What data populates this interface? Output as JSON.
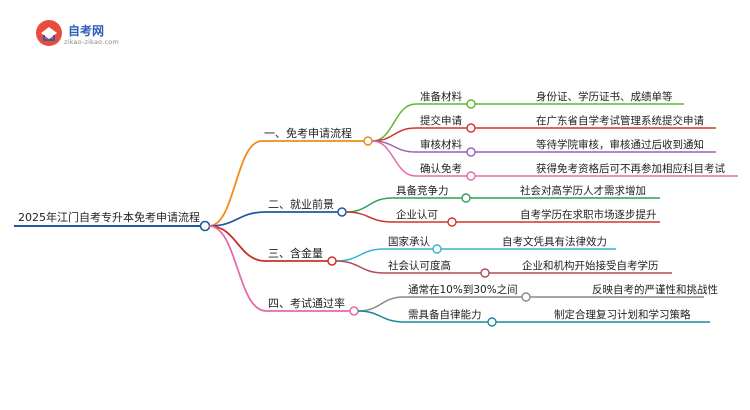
{
  "logo": {
    "brand": "自考网",
    "url": "zikao-zikao.com"
  },
  "root": "2025年江门自考专升本免考申请流程",
  "branches": [
    {
      "label": "一、免考申请流程",
      "color": "#f08c1a",
      "children": [
        {
          "label": "准备材料",
          "color": "#5cb82f",
          "leaf": "身份证、学历证书、成绩单等"
        },
        {
          "label": "提交申请",
          "color": "#d0342c",
          "leaf": "在广东省自学考试管理系统提交申请"
        },
        {
          "label": "审核材料",
          "color": "#9c5fb5",
          "leaf": "等待学院审核，审核通过后收到通知"
        },
        {
          "label": "确认免考",
          "color": "#e86aa8",
          "leaf": "获得免考资格后可不再参加相应科目考试"
        }
      ]
    },
    {
      "label": "二、就业前景",
      "color": "#1e5a9c",
      "children": [
        {
          "label": "具备竞争力",
          "color": "#2e9e55",
          "leaf": "社会对高学历人才需求增加"
        },
        {
          "label": "企业认可",
          "color": "#d0342c",
          "leaf": "自考学历在求职市场逐步提升"
        }
      ]
    },
    {
      "label": "三、含金量",
      "color": "#c8322a",
      "children": [
        {
          "label": "国家承认",
          "color": "#35b5c8",
          "leaf": "自考文凭具有法律效力"
        },
        {
          "label": "社会认可度高",
          "color": "#b04a56",
          "leaf": "企业和机构开始接受自考学历"
        }
      ]
    },
    {
      "label": "四、考试通过率",
      "color": "#e86aa8",
      "children": [
        {
          "label": "通常在10%到30%之间",
          "color": "#8a8a8a",
          "leaf": "反映自考的严谨性和挑战性"
        },
        {
          "label": "需具备自律能力",
          "color": "#1a8a96",
          "leaf": "制定合理复习计划和学习策略"
        }
      ]
    }
  ]
}
